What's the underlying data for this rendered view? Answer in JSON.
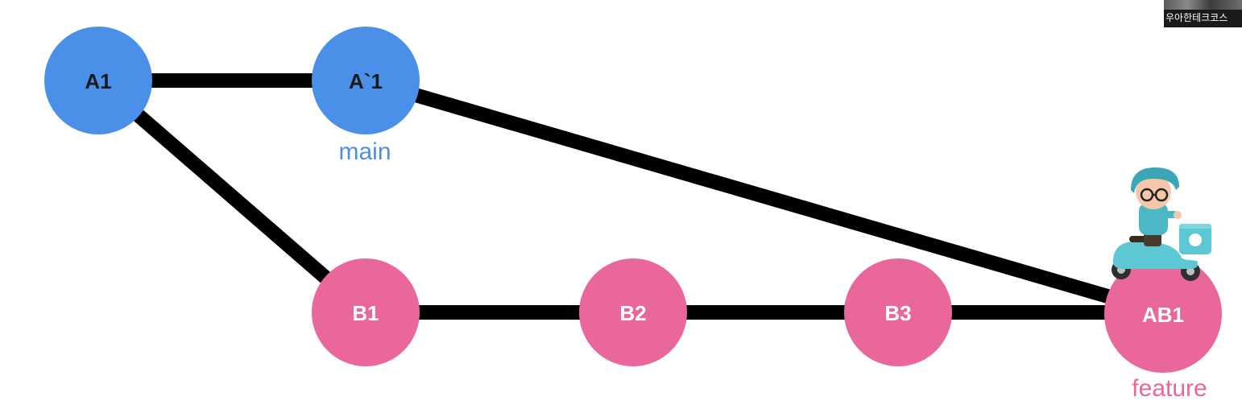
{
  "colors": {
    "main_node": "#4a90e8",
    "feature_node": "#e9679b",
    "edge": "#000000",
    "main_label": "#4a90e8",
    "feature_label": "#e9679b",
    "node_text": "#1a1a1a",
    "feature_node_text": "#ffffff"
  },
  "nodes": {
    "a1": {
      "label": "A1"
    },
    "a1p": {
      "label": "A`1"
    },
    "b1": {
      "label": "B1"
    },
    "b2": {
      "label": "B2"
    },
    "b3": {
      "label": "B3"
    },
    "ab1": {
      "label": "AB1"
    }
  },
  "branches": {
    "main": "main",
    "feature": "feature"
  },
  "thumbnail": {
    "caption": "우아한테크코스"
  },
  "icons": {
    "mascot": "delivery-scooter-rider-icon"
  }
}
